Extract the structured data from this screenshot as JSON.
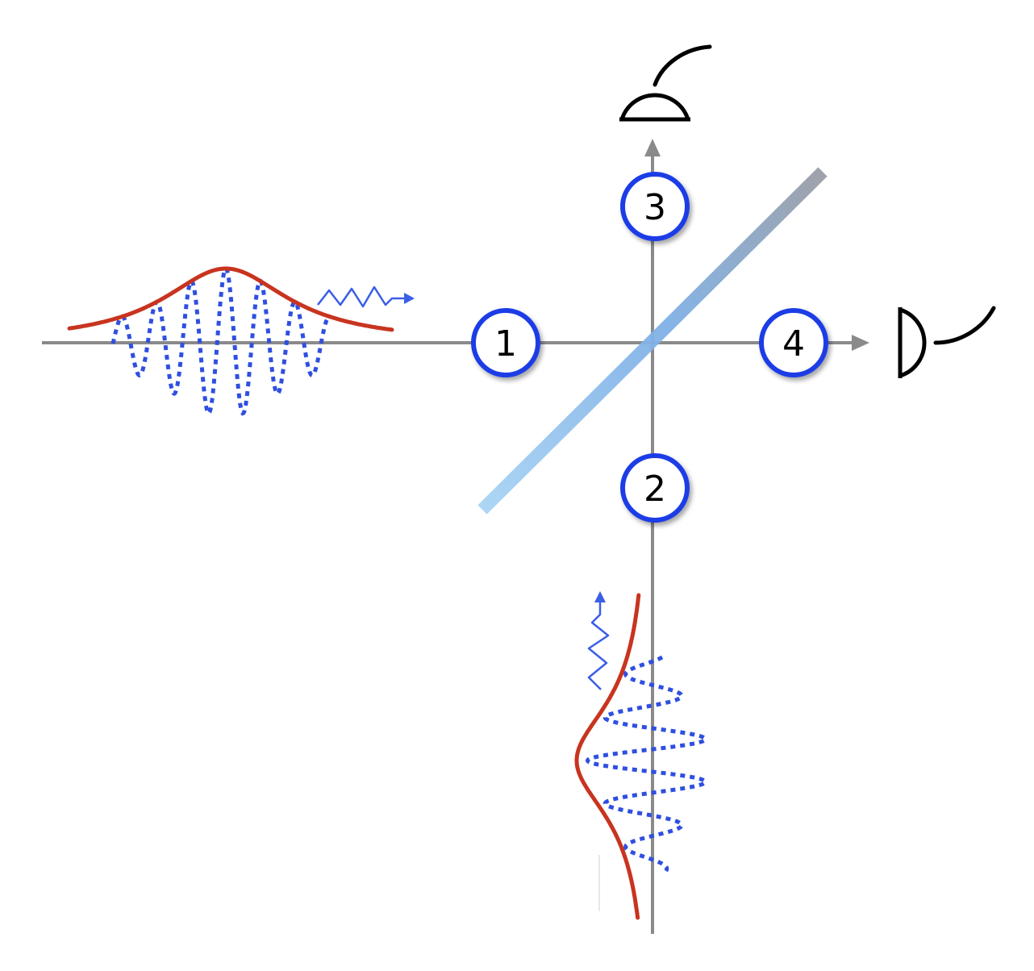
{
  "ports": [
    {
      "id": "port-1",
      "label": "1"
    },
    {
      "id": "port-2",
      "label": "2"
    },
    {
      "id": "port-3",
      "label": "3"
    },
    {
      "id": "port-4",
      "label": "4"
    }
  ],
  "colors": {
    "axis": "#8a8a8a",
    "envelope": "#c8341f",
    "carrier": "#2f4fe0",
    "port_ring": "#1e3ee6",
    "splitter_start": "#a9d4f5",
    "splitter_end": "#9a9ea6",
    "detector": "#000000"
  },
  "icons": {
    "detector_top": "photodetector-icon",
    "detector_right": "photodetector-icon",
    "photon_left": "wavy-arrow-icon",
    "photon_bottom": "wavy-arrow-icon"
  }
}
